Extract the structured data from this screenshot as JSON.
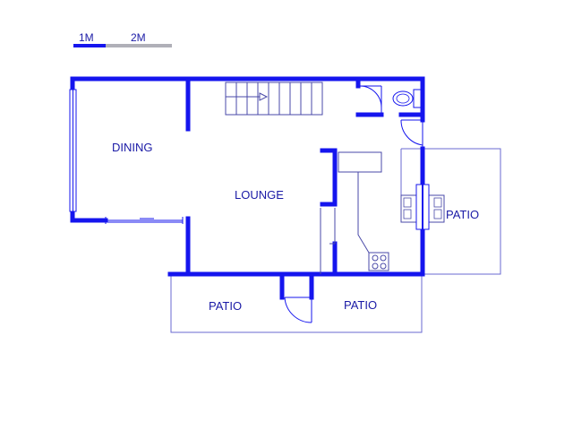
{
  "scale_bar": {
    "label_1": "1M",
    "label_2": "2M"
  },
  "rooms": {
    "dining": "DINING",
    "lounge": "LOUNGE",
    "patio_right": "PATIO",
    "patio_bottom_left": "PATIO",
    "patio_bottom_right": "PATIO"
  },
  "colors": {
    "wall": "#1515ee",
    "outline": "#6a6ad0",
    "label": "#1a1aa6"
  }
}
